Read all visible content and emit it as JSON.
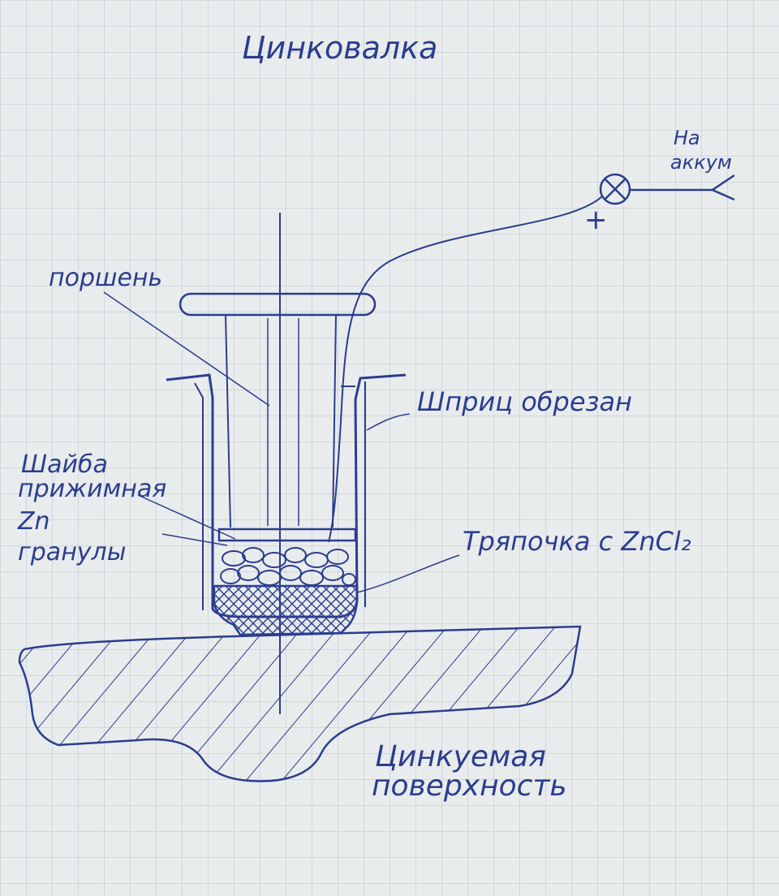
{
  "title": "Цинковалка",
  "labels": {
    "battery": [
      "На",
      "аккум"
    ],
    "plus": "+",
    "piston": "поршень",
    "syringe": "Шприц обрезан",
    "washer": [
      "Шайба",
      "прижимная"
    ],
    "zinc": [
      "Zn",
      "гранулы"
    ],
    "rag": "Тряпочка с ZnCl₂",
    "surface": [
      "Цинкуемая",
      "поверхность"
    ]
  },
  "colors": {
    "ink": "#2b3d8f",
    "paper": "#e9ecec",
    "grid": "#b7c3d0"
  }
}
